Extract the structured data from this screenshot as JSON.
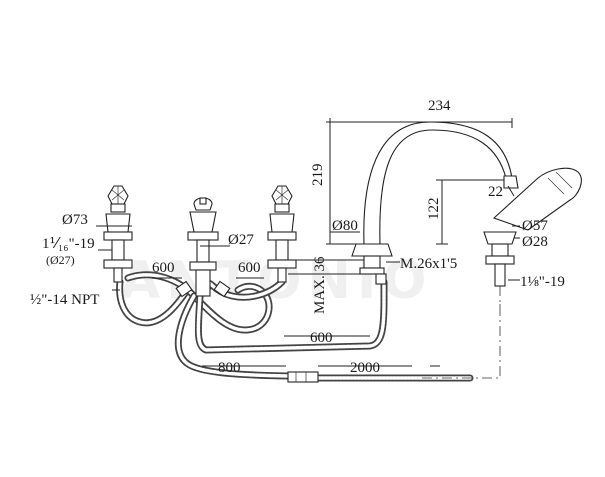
{
  "dimensions": {
    "spout_reach": "234",
    "spout_height": "219",
    "spout_outlet_height": "122",
    "outlet_diameter": "22",
    "spout_base_diameter": "Ø80",
    "handle_diameter": "Ø73",
    "handle_thread": "1⅟₁₆\"-19",
    "handle_thread_diameter": "(Ø27)",
    "diverter_diameter": "Ø27",
    "spout_thread": "M.26x1'5",
    "max_deck_thickness": "MAX. 36",
    "hose_length_left": "600",
    "hose_length_right": "600",
    "hose_length_spout": "600",
    "hose_length_lower": "800",
    "shower_hose_length": "2000",
    "shower_base_diameter": "Ø57",
    "shower_stem_diameter": "Ø28",
    "shower_thread": "1⅛\"-19",
    "inlet_thread": "½\"-14 NPT"
  },
  "watermark": "ANTONIO"
}
